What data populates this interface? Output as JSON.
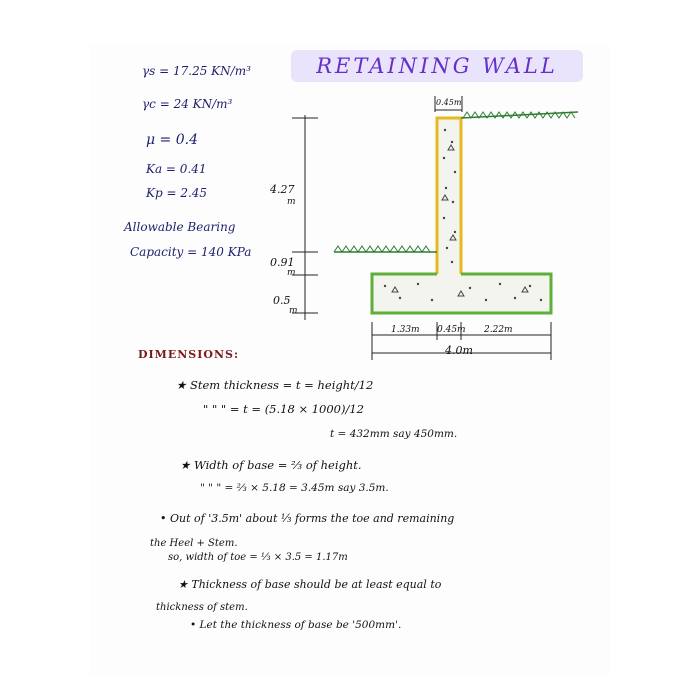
{
  "title": "RETAINING WALL",
  "parameters": [
    "γs = 17.25 KN/m³",
    "γc = 24 KN/m³",
    "μ = 0.4",
    "Ka = 0.41",
    "Kp = 2.45"
  ],
  "bearing": {
    "line1": "Allowable Bearing",
    "line2": "Capacity = 140 KPa"
  },
  "diagram": {
    "stem_top_width": "0.45m",
    "height_label": "4.27",
    "height_unit": "m",
    "toe_depth_label": "0.91",
    "toe_depth_unit": "m",
    "base_thickness_label": "0.5",
    "base_thickness_unit": "m",
    "toe_width": "1.33m",
    "stem_width": "0.45m",
    "heel_width": "2.22m",
    "total_width": "4.0m",
    "colors": {
      "outline": "#e8b820",
      "base_outline": "#5fae3a",
      "ground": "#2f7d32",
      "ink": "#222222"
    }
  },
  "dimensions_heading": "DIMENSIONS:",
  "notes": [
    "★ Stem thickness = t = height/12",
    "\"   \"   \"   = t = (5.18 × 1000)/12",
    "t = 432mm say 450mm.",
    "★ Width of base = ⅔ of height.",
    "\"   \"   \"   = ⅔ × 5.18 = 3.45m say 3.5m.",
    "• Out of '3.5m' about ⅓ forms the toe and remaining",
    "the Heel + Stem.",
    "so, width of toe = ⅓ × 3.5 = 1.17m",
    "★ Thickness of base should be at least equal to",
    "thickness of stem.",
    "• Let the thickness of base be '500mm'."
  ]
}
